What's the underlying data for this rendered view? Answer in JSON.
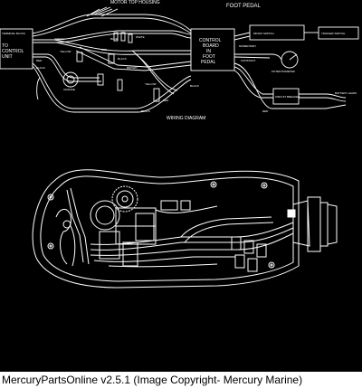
{
  "caption": "MercuryPartsOnline v2.5.1 (Image Copyright- Mercury Marine)",
  "colors": {
    "background": "#000000",
    "line": "#ffffff",
    "caption_bg": "#ffffff",
    "caption_text": "#000000"
  },
  "diagram": {
    "top_label": "MOTOR TOP HOUSING",
    "foot_pedal_label": "FOOT PEDAL",
    "wiring_title": "WIRING DIAGRAM",
    "left_label_1": "TO",
    "left_label_2": "CONTROL",
    "left_label_3": "UNIT",
    "left_box_label": "TERMINAL BLOCK",
    "control_box": {
      "line1": "CONTROL",
      "line2": "BOARD",
      "line3": "IN",
      "line4": "FOOT",
      "line5": "PEDAL"
    },
    "wire_labels": [
      "GREEN",
      "YELLOW",
      "BLUE",
      "WHITE",
      "RED",
      "BLACK",
      "ORANGE",
      "BROWN",
      "YELLOW"
    ],
    "small_labels": [
      "MOMENTARY",
      "POTENTIOMETER",
      "CONSTANT"
    ],
    "colors_left": [
      "RED",
      "BLACK"
    ],
    "right_box_1": "MICRO SWITCH",
    "right_box_2": "TRIGGER SWITCH",
    "right_box_3": "CIRCUIT BREAKER",
    "right_label_batt": "BATTERY LEADS",
    "bottom_labels": [
      "BLACK",
      "BLACK",
      "RED",
      "RED"
    ]
  }
}
